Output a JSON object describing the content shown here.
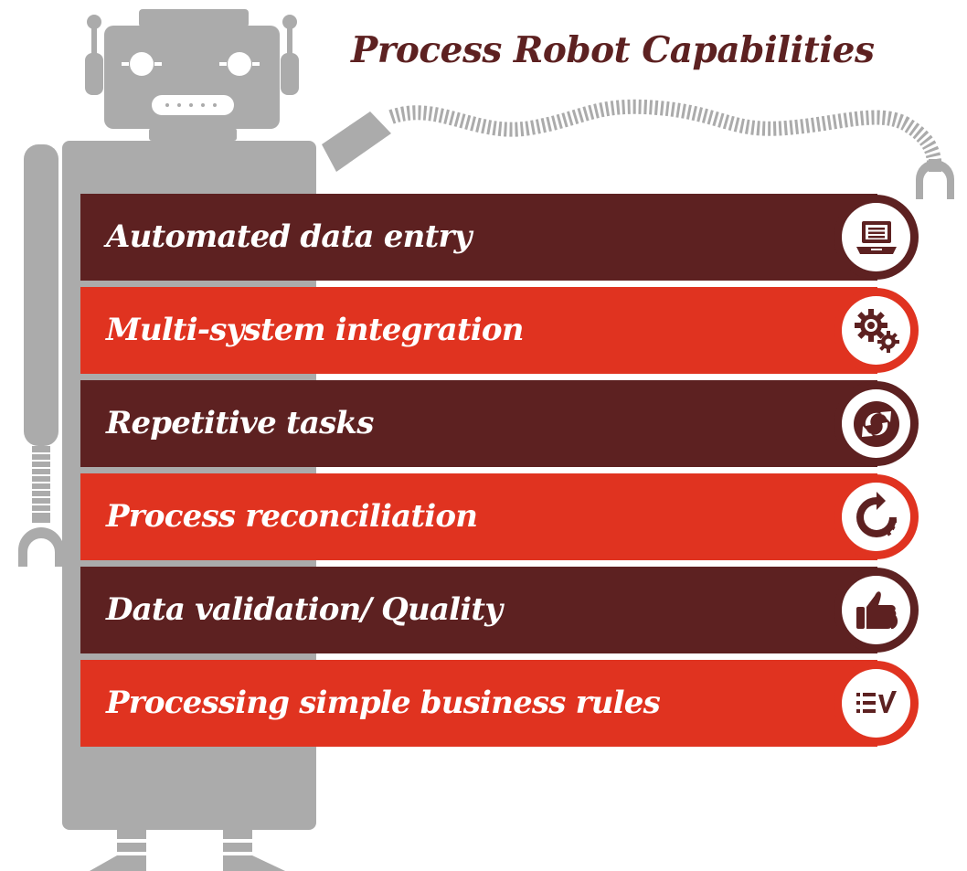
{
  "title": "Process Robot Capabilities",
  "colors": {
    "dark": "#5d2121",
    "red": "#e03320",
    "gray": "#ababab",
    "title": "#5d2121"
  },
  "capabilities": [
    {
      "label": "Automated data entry",
      "icon": "laptop-icon",
      "tone": "dark"
    },
    {
      "label": "Multi-system integration",
      "icon": "gears-icon",
      "tone": "red"
    },
    {
      "label": "Repetitive tasks",
      "icon": "refresh-icon",
      "tone": "dark"
    },
    {
      "label": "Process reconciliation",
      "icon": "reconcile-cycle-icon",
      "tone": "red"
    },
    {
      "label": "Data validation/ Quality",
      "icon": "thumbs-up-icon",
      "tone": "dark"
    },
    {
      "label": "Processing simple business rules",
      "icon": "checklist-icon",
      "tone": "red"
    }
  ]
}
